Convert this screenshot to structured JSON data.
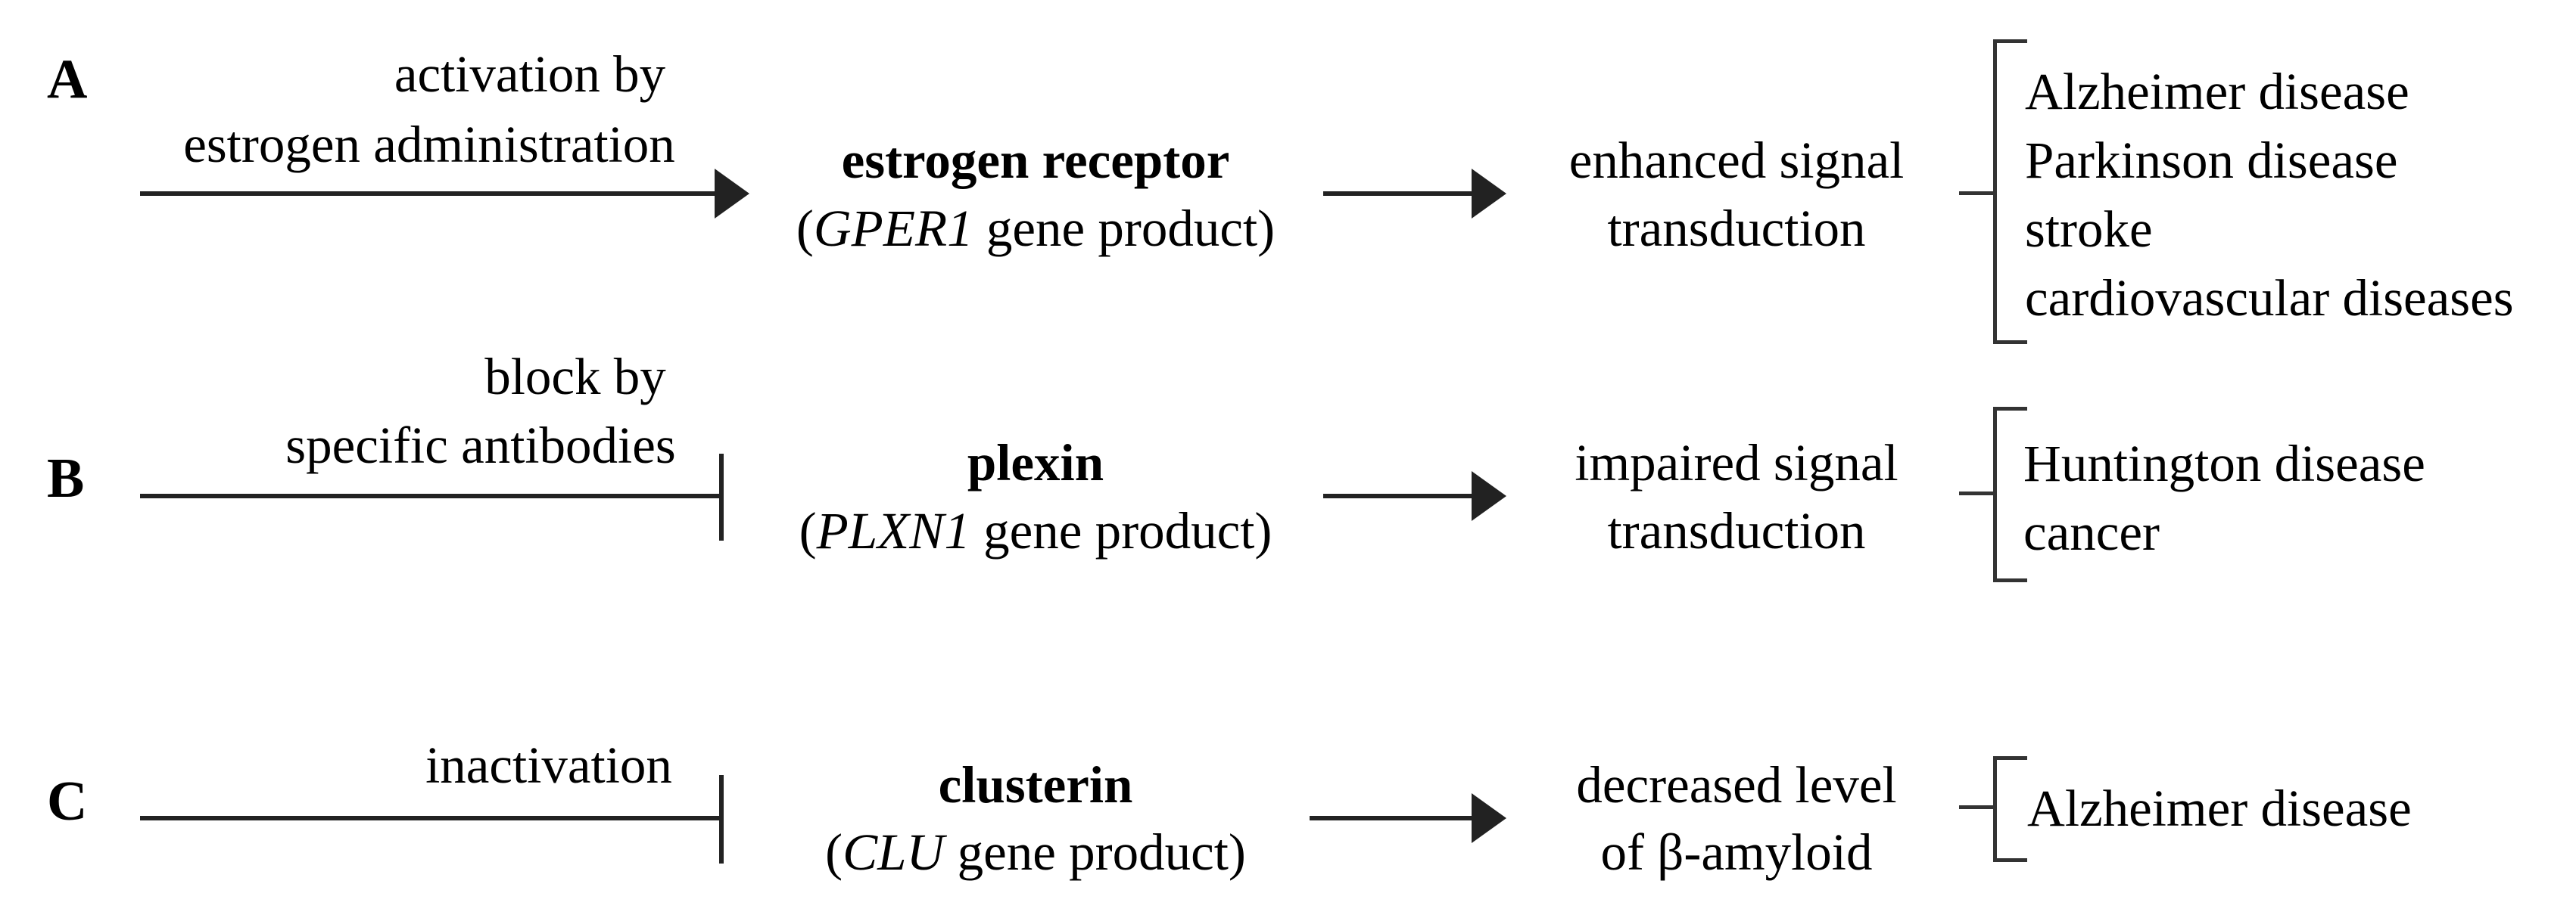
{
  "figure": {
    "background": "#ffffff",
    "text_color": "#000000",
    "stroke_color": "#222222"
  },
  "rows": [
    {
      "label": "A",
      "stimulus": [
        "activation by",
        "estrogen administration"
      ],
      "interaction_icon": "activation-arrow",
      "protein": "estrogen receptor",
      "gene_open": "(",
      "gene_symbol": "GPER1",
      "gene_rest": " gene product)",
      "effect": [
        "enhanced signal",
        "transduction"
      ],
      "diseases": [
        "Alzheimer disease",
        "Parkinson disease",
        "stroke",
        "cardiovascular diseases"
      ]
    },
    {
      "label": "B",
      "stimulus": [
        "block by",
        "specific antibodies"
      ],
      "interaction_icon": "inhibition-bar",
      "protein": "plexin",
      "gene_open": "(",
      "gene_symbol": "PLXN1",
      "gene_rest": " gene product)",
      "effect": [
        "impaired signal",
        "transduction"
      ],
      "diseases": [
        "Huntington disease",
        "cancer"
      ]
    },
    {
      "label": "C",
      "stimulus": [
        "inactivation"
      ],
      "interaction_icon": "inhibition-bar",
      "protein": "clusterin",
      "gene_open": "(",
      "gene_symbol": "CLU",
      "gene_rest": " gene product)",
      "effect": [
        "decreased level",
        "of β-amyloid"
      ],
      "diseases": [
        "Alzheimer disease"
      ]
    }
  ]
}
